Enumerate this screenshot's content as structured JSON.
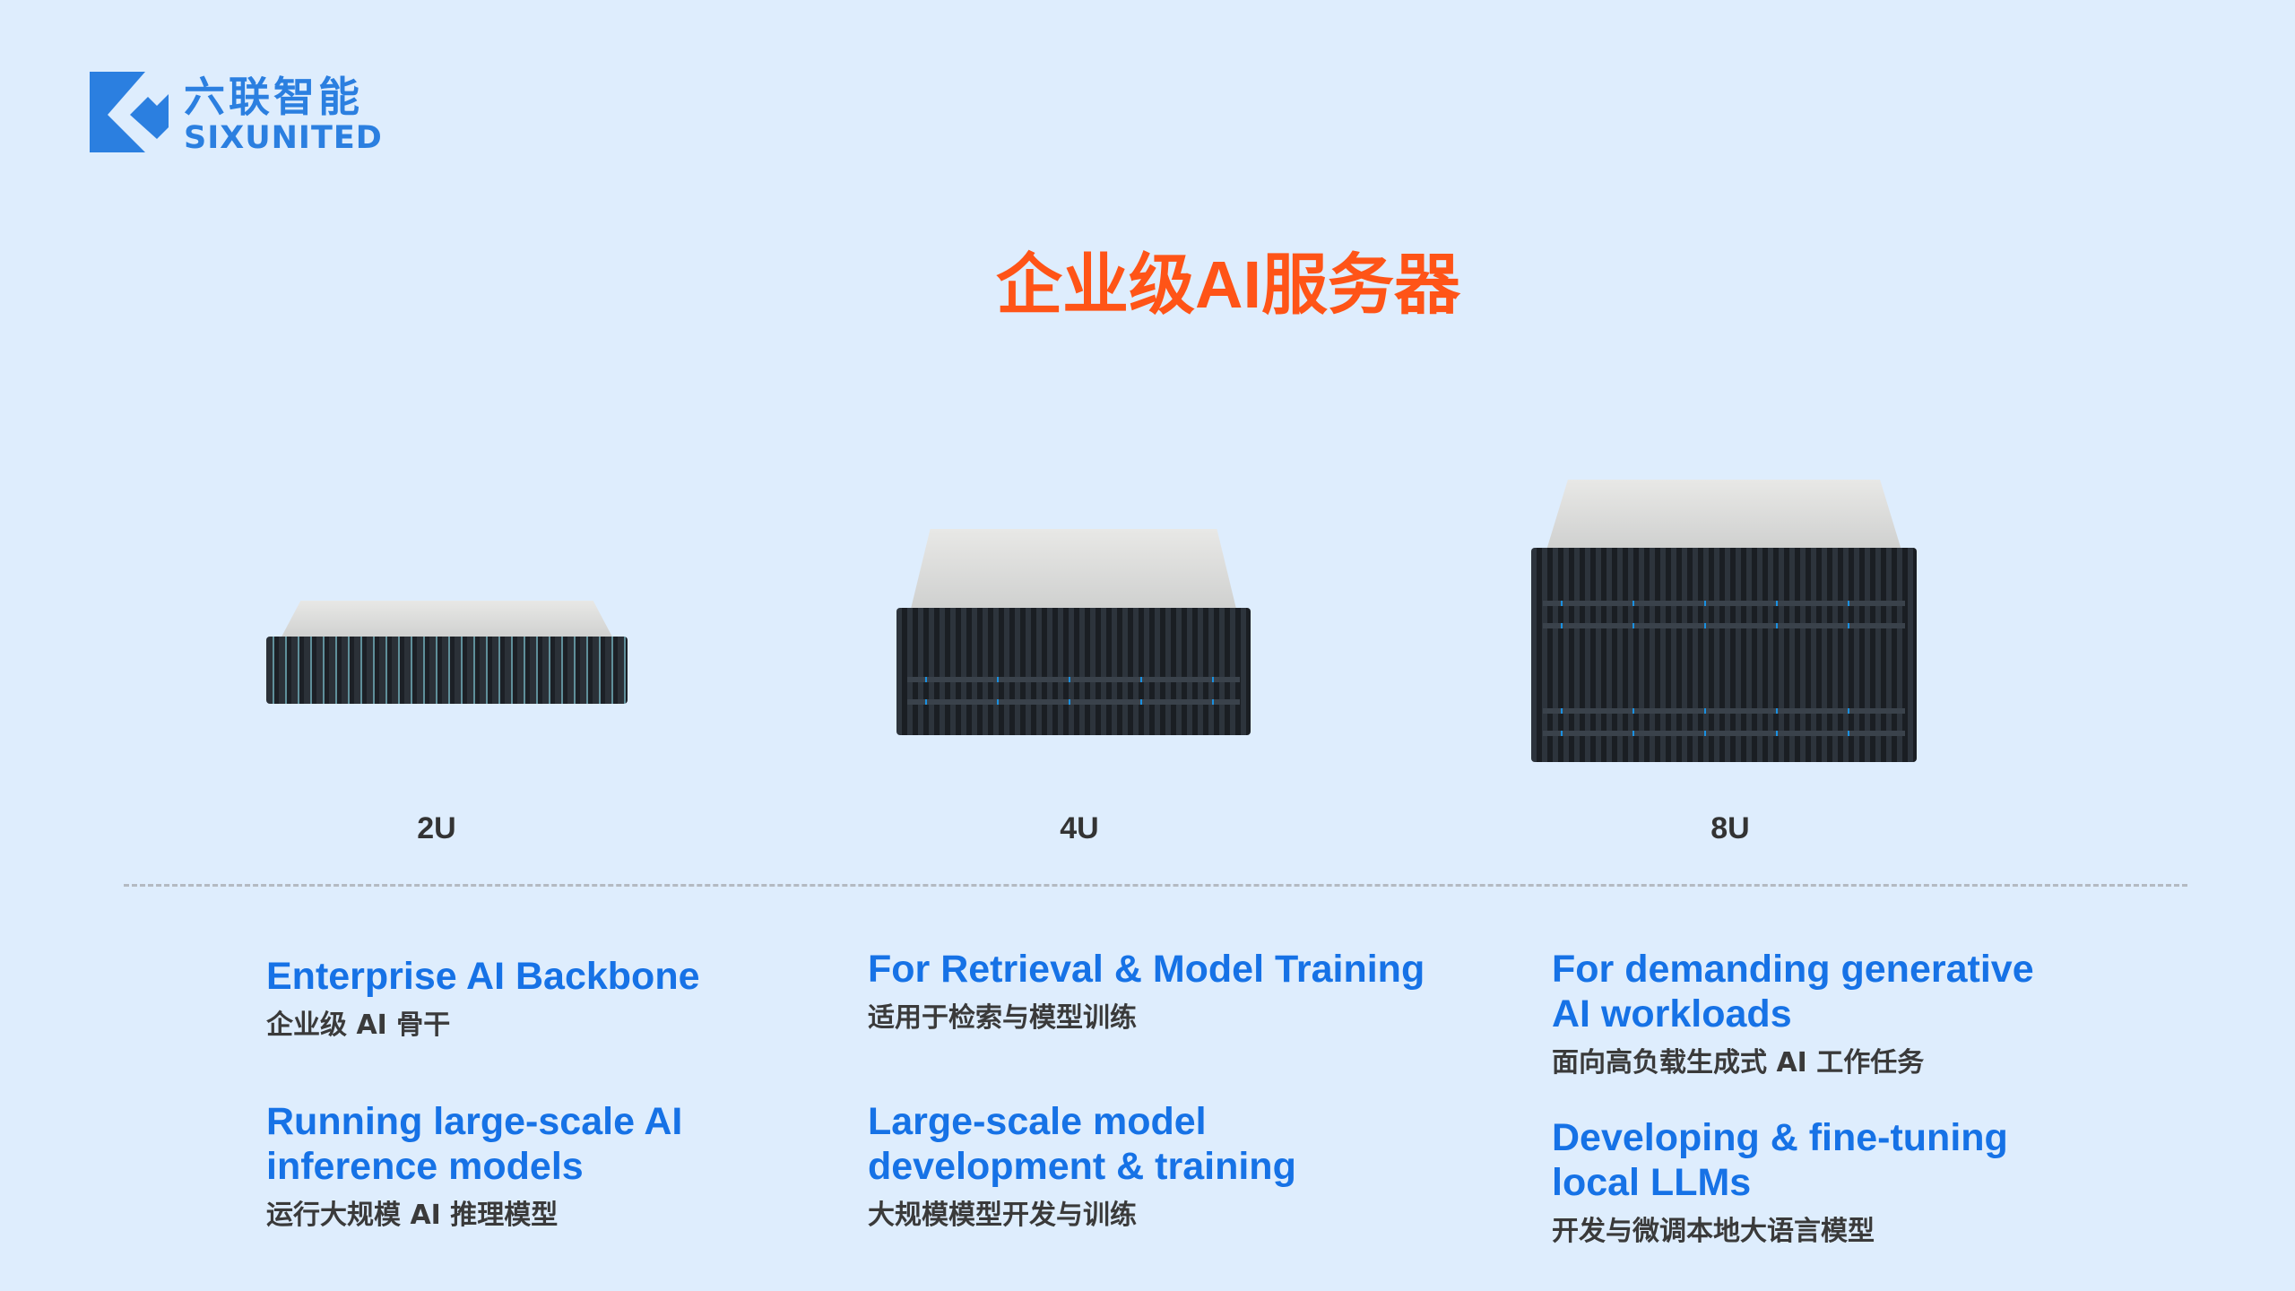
{
  "logo": {
    "cn": "六联智能",
    "en": "SIXUNITED"
  },
  "title": "企业级AI服务器",
  "servers": [
    {
      "label": "2U"
    },
    {
      "label": "4U"
    },
    {
      "label": "8U"
    }
  ],
  "columns": [
    {
      "items": [
        {
          "heading": [
            "Enterprise AI Backbone"
          ],
          "sub": "企业级 AI 骨干"
        },
        {
          "heading": [
            "Running large-scale AI",
            "inference models"
          ],
          "sub": "运行大规模 AI 推理模型"
        }
      ]
    },
    {
      "items": [
        {
          "heading": [
            "For Retrieval & Model Training"
          ],
          "sub": "适用于检索与模型训练"
        },
        {
          "heading": [
            "Large-scale model",
            "development & training"
          ],
          "sub": "大规模模型开发与训练"
        }
      ]
    },
    {
      "items": [
        {
          "heading": [
            "For demanding generative",
            "AI workloads"
          ],
          "sub": "面向高负载生成式 AI 工作任务"
        },
        {
          "heading": [
            "Developing & fine-tuning",
            "local LLMs"
          ],
          "sub": "开发与微调本地大语言模型"
        }
      ]
    }
  ],
  "colors": {
    "background": "#deedfd",
    "accent": "#1672e6",
    "title": "#ff5417"
  }
}
